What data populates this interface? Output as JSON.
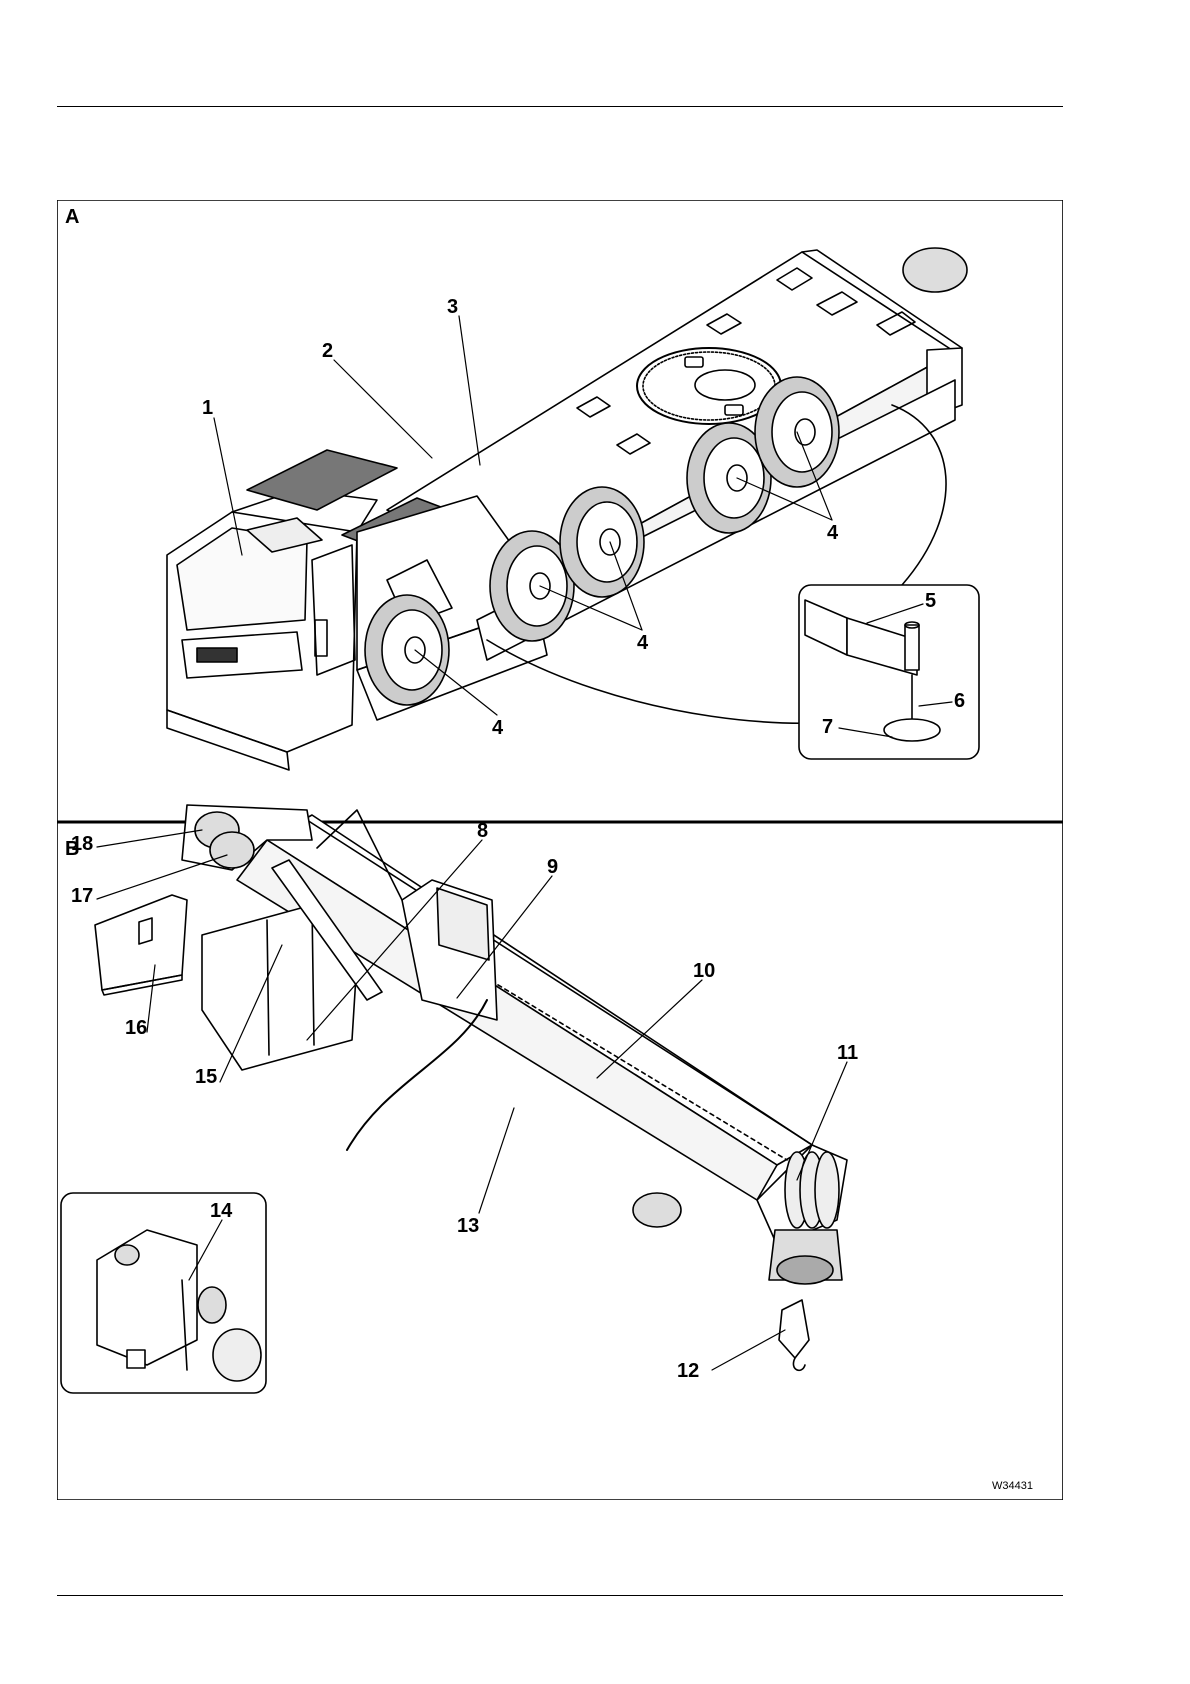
{
  "figure": {
    "panels": [
      {
        "id": "A",
        "label": "A"
      },
      {
        "id": "B",
        "label": "B"
      }
    ],
    "callouts": {
      "c1": "1",
      "c2": "2",
      "c3": "3",
      "c4a": "4",
      "c4b": "4",
      "c4c": "4",
      "c5": "5",
      "c6": "6",
      "c7": "7",
      "c8": "8",
      "c9": "9",
      "c10": "10",
      "c11": "11",
      "c12": "12",
      "c13": "13",
      "c14": "14",
      "c15": "15",
      "c16": "16",
      "c17": "17",
      "c18": "18"
    },
    "image_code": "W34431"
  }
}
